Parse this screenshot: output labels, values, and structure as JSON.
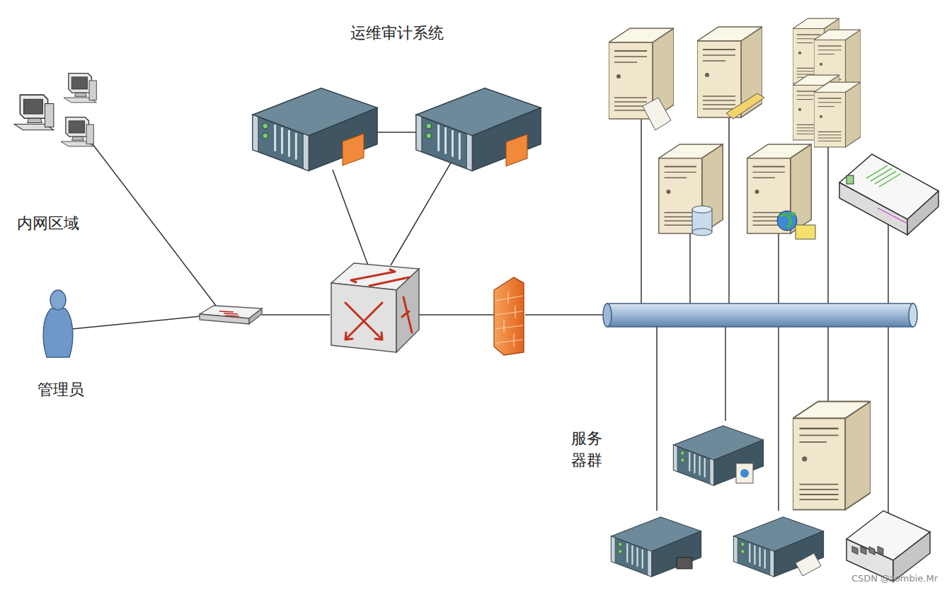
{
  "diagram": {
    "labels": [
      "运维审计系统",
      "内网区域",
      "管理员",
      "服务器群",
      "CSDN @zombie.Mr"
    ]
  }
}
